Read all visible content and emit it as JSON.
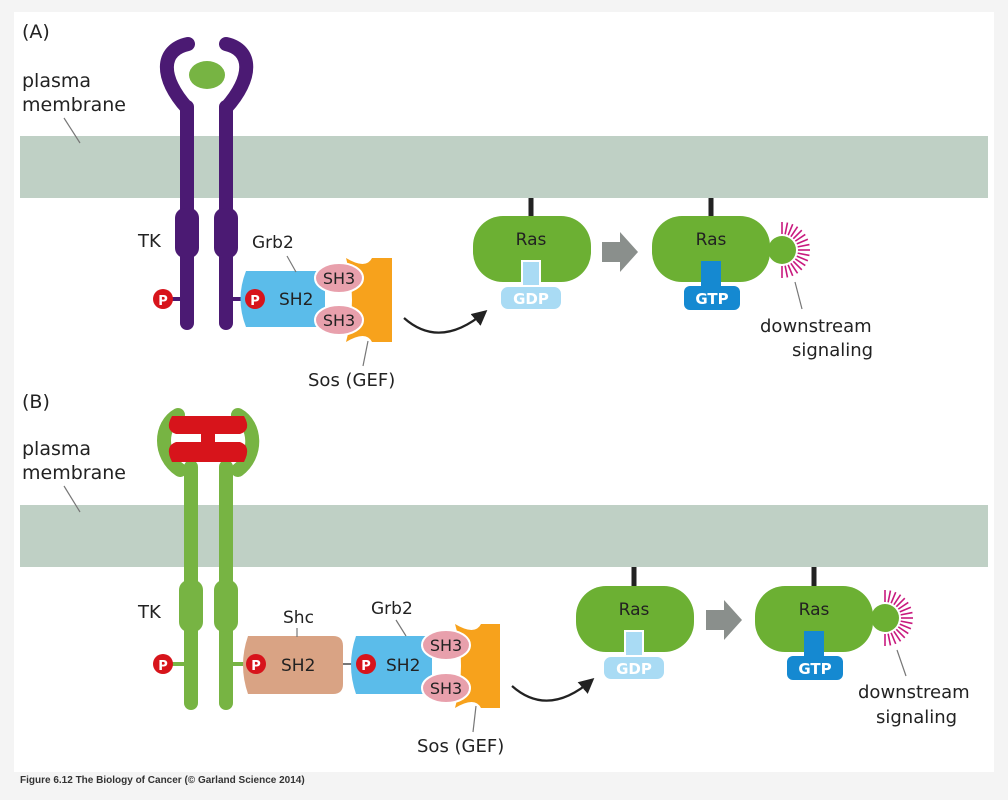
{
  "panels": {
    "a": {
      "label": "(A)",
      "membrane_label": [
        "plasma",
        "membrane"
      ],
      "receptor_label": "TK",
      "phospho_symbol": "P",
      "grb2_label": "Grb2",
      "sh2_label": "SH2",
      "sh3_label": "SH3",
      "sos_label": "Sos (GEF)",
      "ras_label": "Ras",
      "gdp_label": "GDP",
      "gtp_label": "GTP",
      "downstream_label": [
        "downstream",
        "signaling"
      ]
    },
    "b": {
      "label": "(B)",
      "membrane_label": [
        "plasma",
        "membrane"
      ],
      "receptor_label": "TK",
      "phospho_symbol": "P",
      "shc_label": "Shc",
      "grb2_label": "Grb2",
      "sh2_label": "SH2",
      "sh3_label": "SH3",
      "sos_label": "Sos (GEF)",
      "ras_label": "Ras",
      "gdp_label": "GDP",
      "gtp_label": "GTP",
      "downstream_label": [
        "downstream",
        "signaling"
      ]
    }
  },
  "caption": "Figure 6.12 The Biology of Cancer (© Garland Science 2014)",
  "colors": {
    "background": "#f4f4f4",
    "membrane": "#bfd0c5",
    "receptor_a": "#4b1a73",
    "receptor_b": "#77b443",
    "ligand_a": "#77b443",
    "ligand_b": "#d7141b",
    "ras": "#6cb033",
    "sh2_domain": "#5bbcea",
    "sh3_domain": "#e8a0ac",
    "sos": "#f7a21c",
    "shc": "#d9a384",
    "phospho": "#d7141b",
    "gdp": "#a9dbf4",
    "gtp": "#1589d1",
    "signal_burst": "#c8197e",
    "arrow_gray": "#8a8f8c"
  }
}
